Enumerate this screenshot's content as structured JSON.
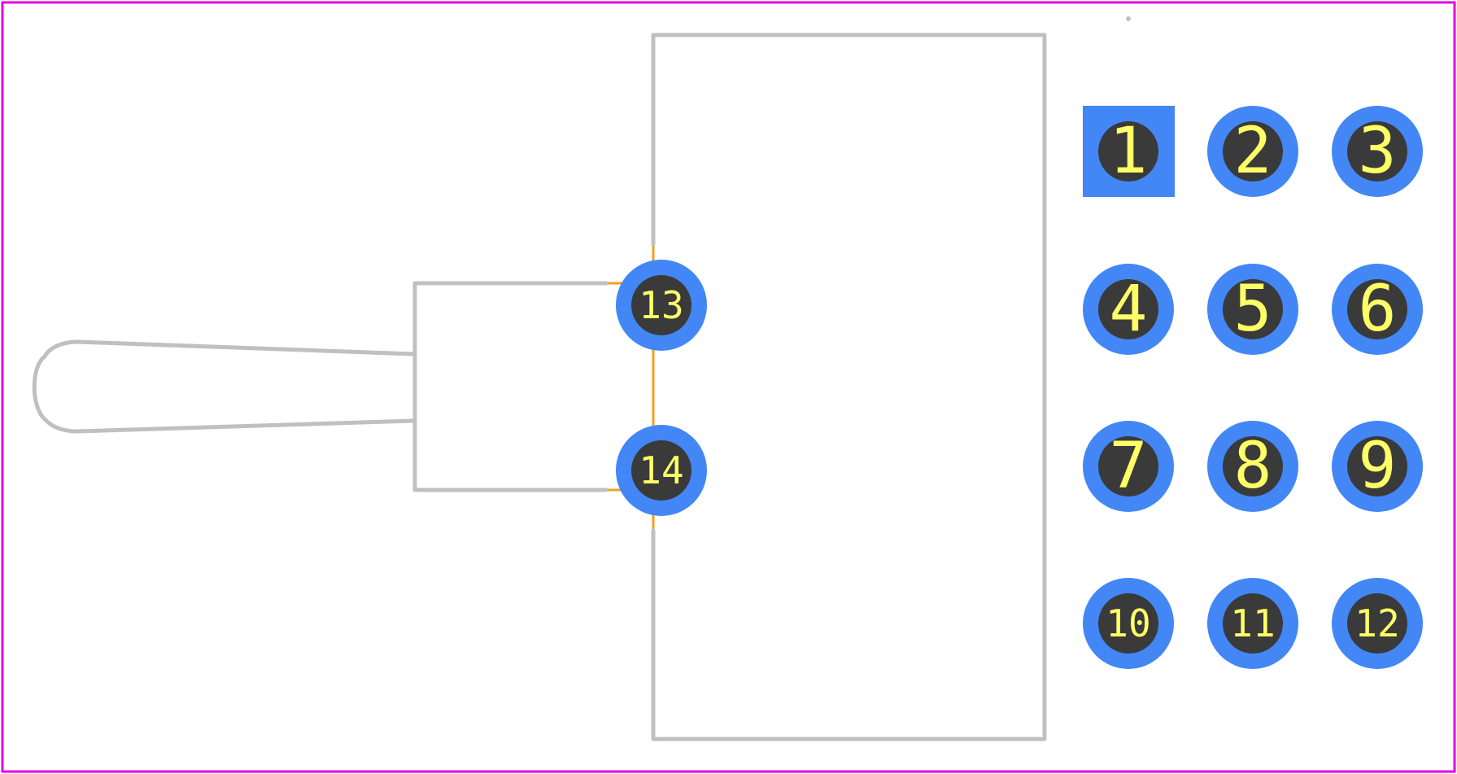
{
  "footprint": {
    "colors": {
      "board_outline": "#e000e0",
      "silkscreen": "#c0c0c0",
      "assembly": "#f0a020",
      "pad_copper": "#4287f5",
      "pad_hole": "#3a3a3a",
      "pad_label": "#ffff66"
    },
    "pads": [
      {
        "id": "1",
        "label": "1",
        "shape": "square"
      },
      {
        "id": "2",
        "label": "2",
        "shape": "round"
      },
      {
        "id": "3",
        "label": "3",
        "shape": "round"
      },
      {
        "id": "4",
        "label": "4",
        "shape": "round"
      },
      {
        "id": "5",
        "label": "5",
        "shape": "round"
      },
      {
        "id": "6",
        "label": "6",
        "shape": "round"
      },
      {
        "id": "7",
        "label": "7",
        "shape": "round"
      },
      {
        "id": "8",
        "label": "8",
        "shape": "round"
      },
      {
        "id": "9",
        "label": "9",
        "shape": "round"
      },
      {
        "id": "10",
        "label": "10",
        "shape": "round"
      },
      {
        "id": "11",
        "label": "11",
        "shape": "round"
      },
      {
        "id": "12",
        "label": "12",
        "shape": "round"
      },
      {
        "id": "13",
        "label": "13",
        "shape": "round"
      },
      {
        "id": "14",
        "label": "14",
        "shape": "round"
      }
    ]
  }
}
